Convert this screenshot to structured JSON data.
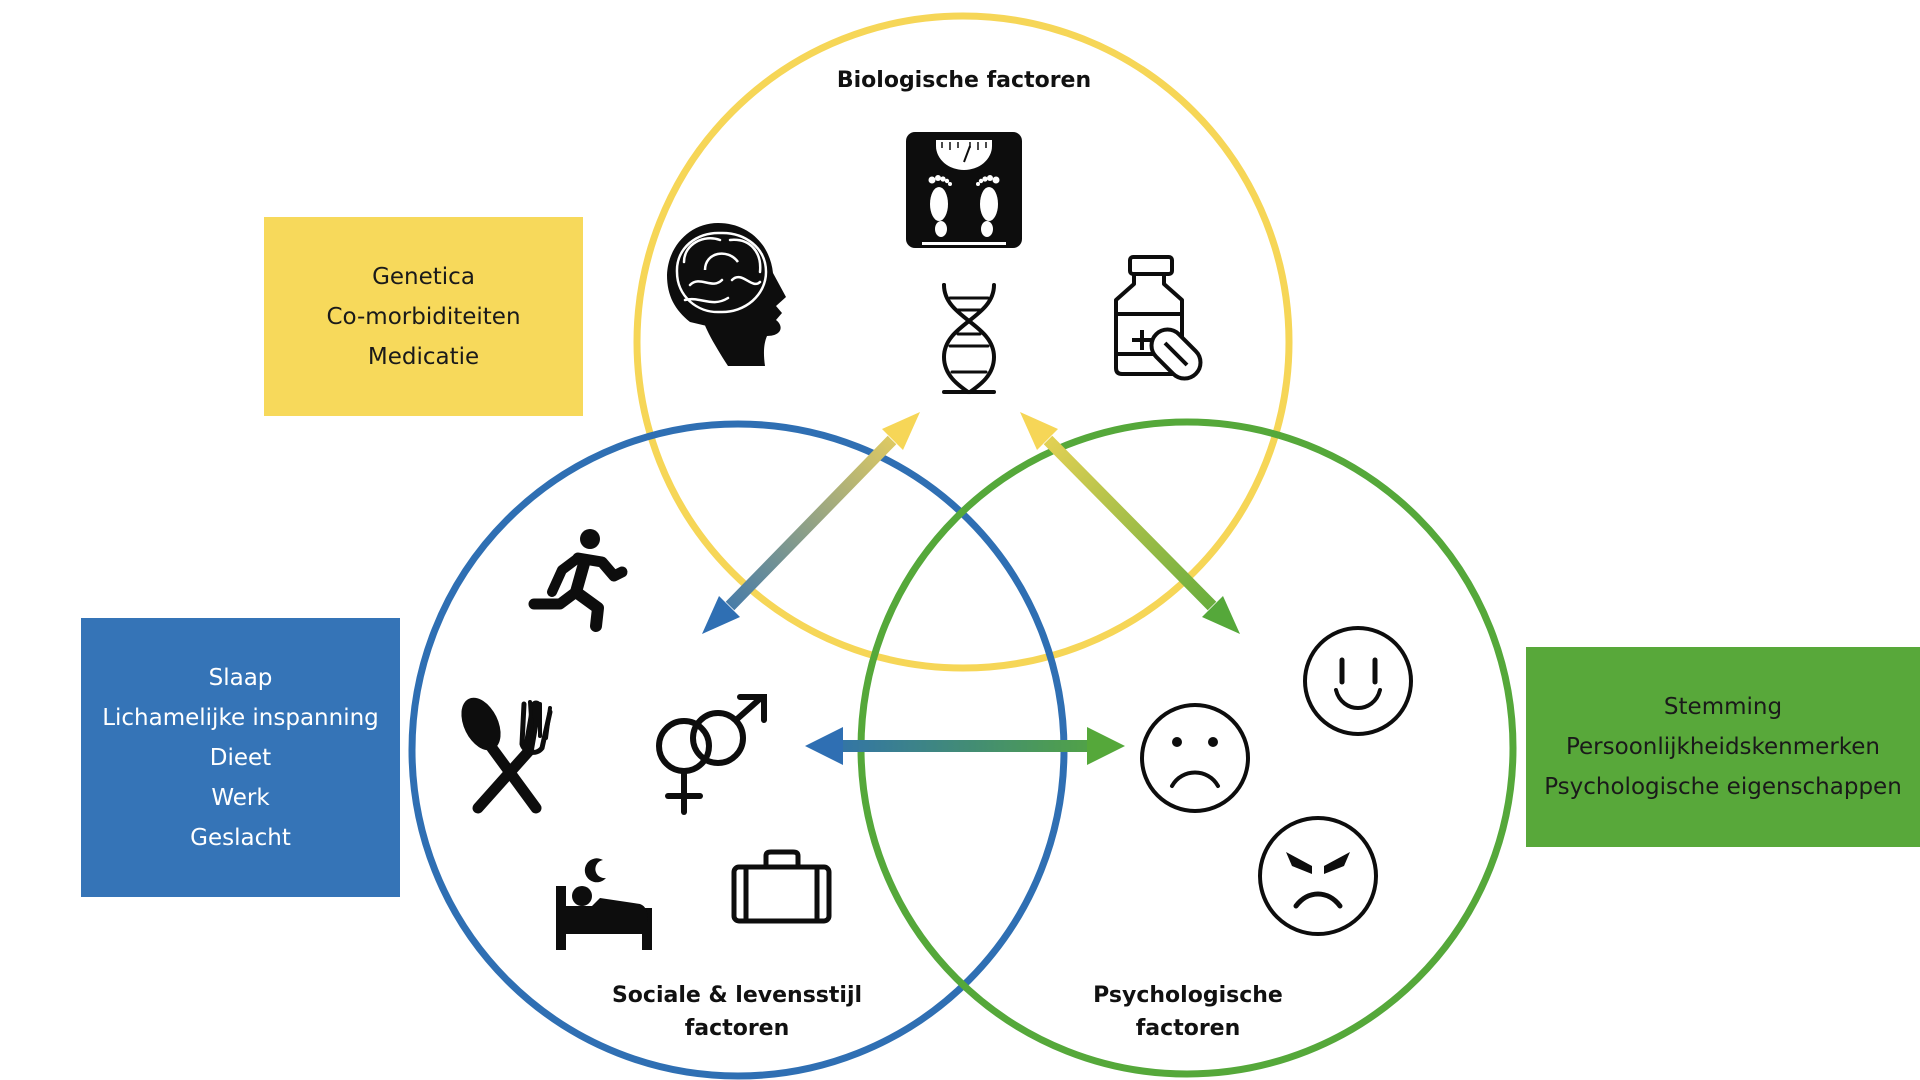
{
  "circles": {
    "biological": {
      "title": "Biologische factoren",
      "color": "#f6d657"
    },
    "social": {
      "title_line1": "Sociale & levensstijl",
      "title_line2": "factoren",
      "color": "#2f6fb3"
    },
    "psychological": {
      "title_line1": "Psychologische",
      "title_line2": "factoren",
      "color": "#55a83a"
    }
  },
  "boxes": {
    "biological": {
      "color": "#f7d95b",
      "items": [
        "Genetica",
        "Co-morbiditeiten",
        "Medicatie"
      ]
    },
    "social": {
      "color": "#3574b7",
      "items": [
        "Slaap",
        "Lichamelijke inspanning",
        "Dieet",
        "Werk",
        "Geslacht"
      ]
    },
    "psychological": {
      "color": "#58a83a",
      "items": [
        "Stemming",
        "Persoonlijkheidskenmerken",
        "Psychologische eigenschappen"
      ]
    }
  },
  "icons": {
    "biological": [
      "weighing-scale-icon",
      "brain-head-icon",
      "dna-icon",
      "medication-icon"
    ],
    "social": [
      "running-person-icon",
      "cutlery-icon",
      "gender-symbols-icon",
      "sleep-bed-icon",
      "suitcase-icon"
    ],
    "psychological": [
      "happy-face-icon",
      "sad-face-icon",
      "angry-face-icon"
    ]
  }
}
